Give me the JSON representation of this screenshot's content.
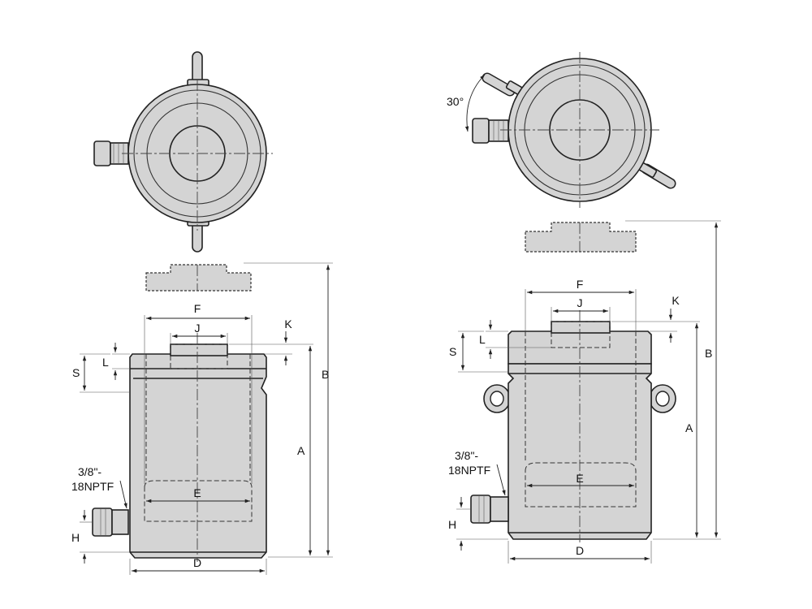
{
  "left_view": {
    "labels": {
      "F": "F",
      "J": "J",
      "K": "K",
      "L": "L",
      "S": "S",
      "B": "B",
      "A": "A",
      "E": "E",
      "D": "D",
      "H": "H",
      "port_line1": "3/8\"-",
      "port_line2": "18NPTF"
    }
  },
  "right_view": {
    "angle": "30°",
    "labels": {
      "F": "F",
      "J": "J",
      "K": "K",
      "L": "L",
      "S": "S",
      "B": "B",
      "A": "A",
      "E": "E",
      "D": "D",
      "H": "H",
      "port_line1": "3/8\"-",
      "port_line2": "18NPTF"
    }
  }
}
